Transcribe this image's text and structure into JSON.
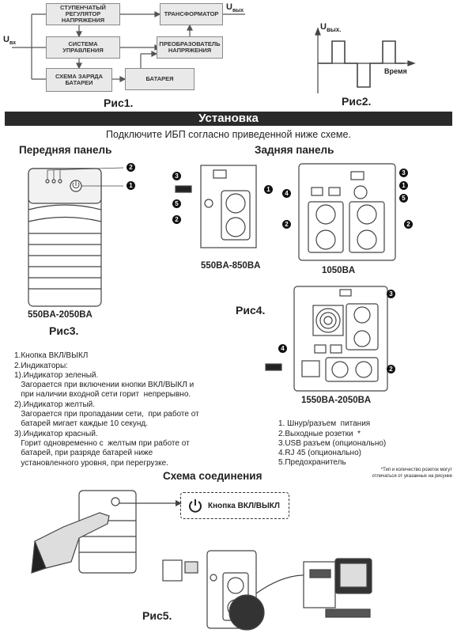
{
  "diagram": {
    "u_in": "U",
    "u_in_sub": "вх",
    "u_out": "U",
    "u_out_sub": "вых",
    "stepped_regulator": "СТУПЕНЧАТЫЙ РЕГУЛЯТОР НАПРЯЖЕНИЯ",
    "control_system": "СИСТЕМА УПРАВЛЕНИЯ",
    "charge_circuit": "СХЕМА ЗАРЯДА БАТАРЕИ",
    "transformer": "ТРАНСФОРМАТОР",
    "converter": "ПРЕОБРАЗОВАТЕЛЬ НАПРЯЖЕНИЯ",
    "battery": "БАТАРЕЯ",
    "fig1": "Рис1."
  },
  "waveform": {
    "y_label": "U",
    "y_sub": "вых.",
    "x_label": "Время",
    "fig2": "Рис2."
  },
  "install": {
    "title": "Установка",
    "subtitle": "Подключите ИБП согласно приведенной ниже схеме.",
    "front_panel": "Передняя панель",
    "rear_panel": "Задняя панель",
    "model_front": "550BA-2050BA",
    "model_rear_small": "550BA-850BA",
    "model_rear_1050": "1050BA",
    "model_rear_1550": "1550BA-2050BA",
    "fig3": "Рис3.",
    "fig4": "Рис4.",
    "callouts": [
      "1",
      "2",
      "3",
      "4",
      "5"
    ]
  },
  "front_notes": [
    "1.Кнопка ВКЛ/ВЫКЛ",
    "2.Индикаторы:",
    "1).Индикатор зеленый.",
    "   Загорается при включении кнопки ВКЛ/ВЫКЛ и",
    "   при наличии входной сети горит  непрерывно.",
    "2).Индикатор желтый.",
    "   Загорается при пропадании сети,  при работе от",
    "   батарей мигает каждые 10 секунд.",
    "3).Индикатор красный.",
    "   Горит одновременно с  желтым при работе от",
    "   батарей, при разряде батарей ниже",
    "   установленного уровня, при перегрузке."
  ],
  "rear_notes": [
    "1. Шнур/разъем  питания",
    "2.Выходные розетки  *",
    "3.USB разъем (опционально)",
    "4.RJ 45 (опционально)",
    "5.Предохранитель"
  ],
  "footnote": [
    "*Тип и количество розеток могут",
    "отличаться от указанных на рисунке"
  ],
  "connection": {
    "title": "Схема соединения",
    "button_label": "Кнопка ВКЛ/ВЫКЛ",
    "fig5": "Рис5."
  }
}
